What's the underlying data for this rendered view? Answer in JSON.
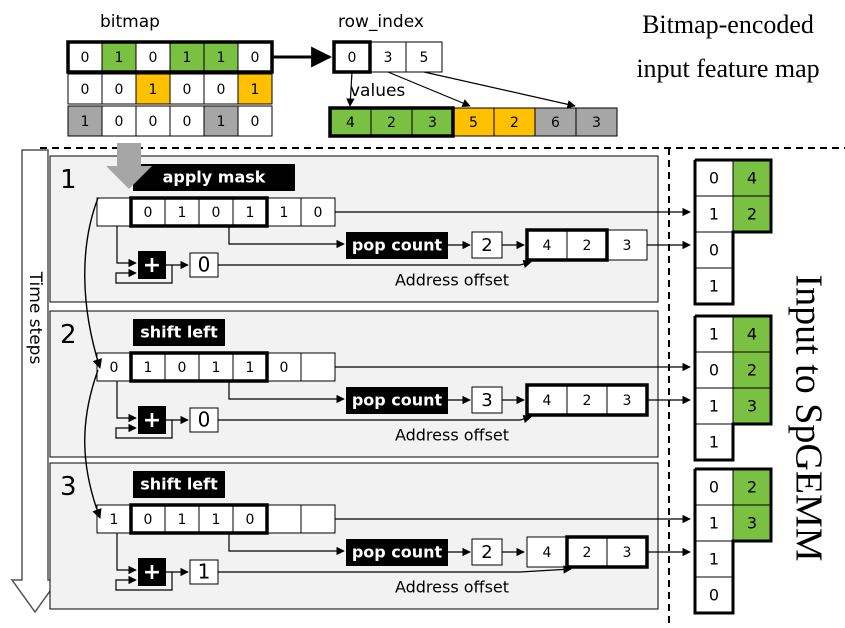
{
  "header": {
    "title_line1": "Bitmap-encoded",
    "title_line2": "input feature map",
    "bitmap_label": "bitmap",
    "row_index_label": "row_index",
    "values_label": "values"
  },
  "bitmap": [
    [
      "0",
      "1",
      "0",
      "1",
      "1",
      "0"
    ],
    [
      "0",
      "0",
      "1",
      "0",
      "0",
      "1"
    ],
    [
      "1",
      "0",
      "0",
      "0",
      "1",
      "0"
    ]
  ],
  "row_index": [
    "0",
    "3",
    "5"
  ],
  "values": [
    "4",
    "2",
    "3",
    "5",
    "2",
    "6",
    "3"
  ],
  "time_steps_label": "Time steps",
  "side_label": "Input to SpGEMM",
  "steps": [
    {
      "number": "1",
      "op_label": "apply mask",
      "bits": [
        "",
        "0",
        "1",
        "0",
        "1",
        "1",
        "0"
      ],
      "popcount_label": "pop count",
      "popcount_value": "2",
      "plus_label": "+",
      "acc_value": "0",
      "vals": [
        "4",
        "2",
        "3"
      ],
      "address_label": "Address offset",
      "output": [
        [
          "0",
          "4"
        ],
        [
          "1",
          "2"
        ],
        [
          "0"
        ],
        [
          "1"
        ]
      ]
    },
    {
      "number": "2",
      "op_label": "shift left",
      "bits": [
        "0",
        "1",
        "0",
        "1",
        "1",
        "0",
        ""
      ],
      "popcount_label": "pop count",
      "popcount_value": "3",
      "plus_label": "+",
      "acc_value": "0",
      "vals": [
        "4",
        "2",
        "3"
      ],
      "address_label": "Address offset",
      "output": [
        [
          "1",
          "4"
        ],
        [
          "0",
          "2"
        ],
        [
          "1",
          "3"
        ],
        [
          "1"
        ]
      ]
    },
    {
      "number": "3",
      "op_label": "shift left",
      "bits": [
        "1",
        "0",
        "1",
        "1",
        "0",
        "",
        ""
      ],
      "popcount_label": "pop count",
      "popcount_value": "2",
      "plus_label": "+",
      "acc_value": "1",
      "vals": [
        "4",
        "2",
        "3"
      ],
      "address_label": "Address offset",
      "output": [
        [
          "0",
          "2"
        ],
        [
          "1",
          "3"
        ],
        [
          "1"
        ],
        [
          "0"
        ]
      ]
    }
  ],
  "colors": {
    "green": "#7ac143",
    "orange": "#ffc000",
    "gray": "#a6a6a6",
    "panel": "#f2f2f2",
    "black": "#000000"
  }
}
